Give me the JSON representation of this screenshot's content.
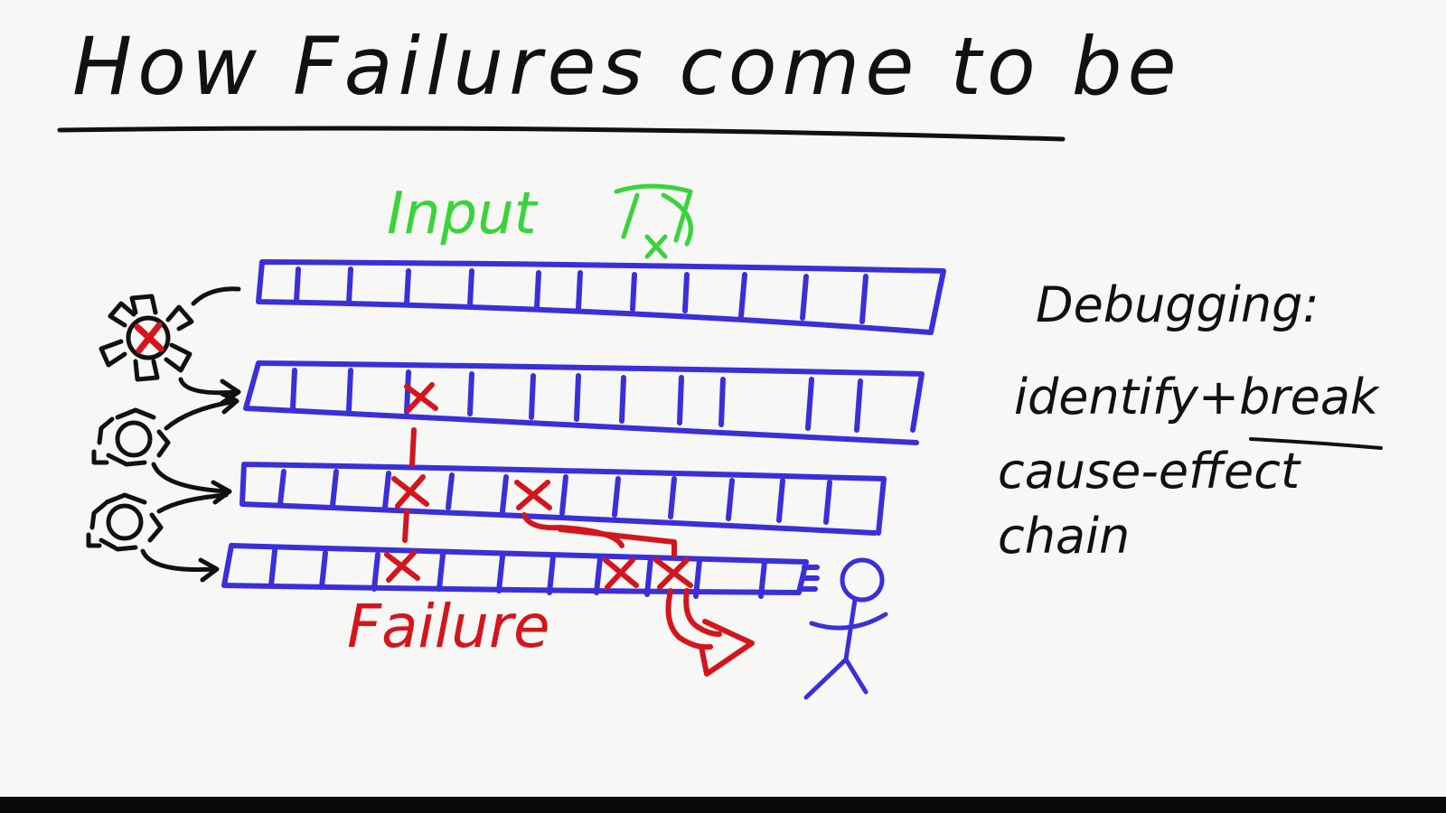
{
  "title": "How Failures come to be",
  "input_label": "Input",
  "failure_label": "Failure",
  "debugging": {
    "heading": "Debugging:",
    "line1": "identify+break",
    "line2": "cause-effect",
    "line3": "chain"
  },
  "colors": {
    "ink": "#111111",
    "tape": "#3b2fd9",
    "input": "#39d43a",
    "failure": "#d4151c"
  },
  "icons": [
    "gear-icon",
    "defective-gear-icon",
    "stick-figure-icon",
    "input-glyph-icon"
  ]
}
